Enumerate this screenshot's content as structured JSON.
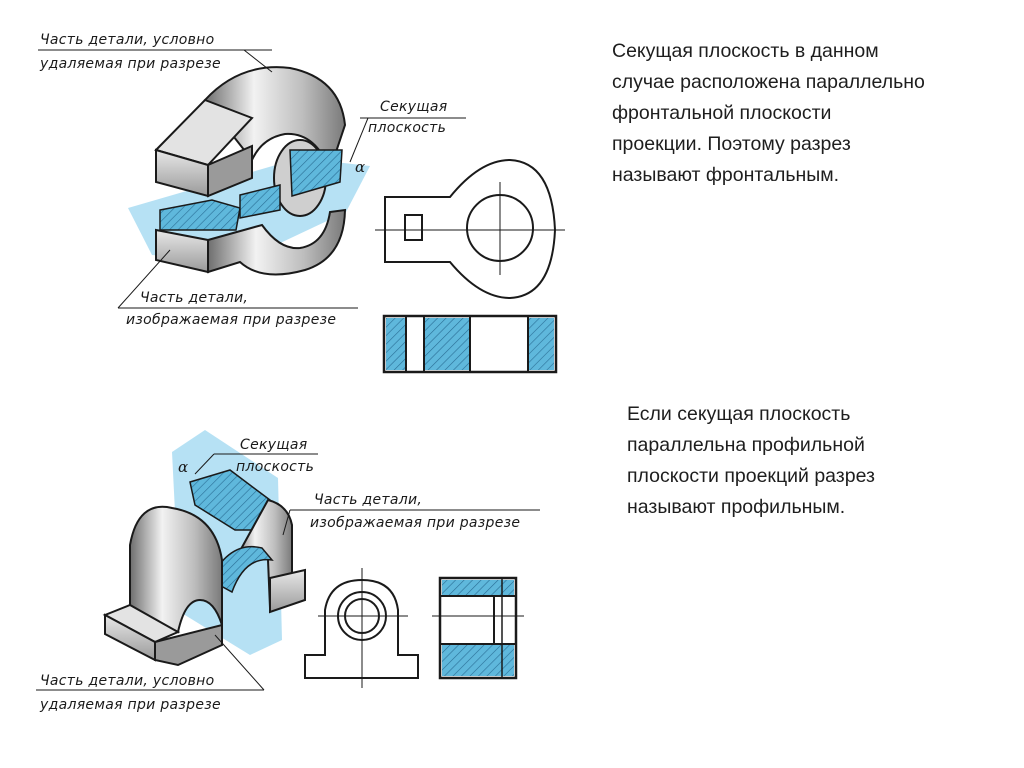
{
  "paragraphs": {
    "frontal": {
      "lines": [
        "Секущая плоскость в данном",
        "случае расположена параллельно",
        "фронтальной плоскости",
        "проекции. Поэтому разрез",
        "называют фронтальным."
      ]
    },
    "profile": {
      "lines": [
        "Если секущая плоскость",
        "параллельна профильной",
        "плоскости проекций разрез",
        "называют профильным."
      ]
    }
  },
  "figure_top": {
    "label_removed": [
      "Часть детали, условно",
      "удаляемая при разрезе"
    ],
    "label_plane": [
      "Секущая",
      "плоскость"
    ],
    "label_shown": [
      "Часть детали,",
      "изображаемая при разрезе"
    ],
    "alpha": "α"
  },
  "figure_bottom": {
    "label_plane": [
      "Секущая",
      "плоскость"
    ],
    "label_shown": [
      "Часть детали,",
      "изображаемая при разрезе"
    ],
    "label_removed": [
      "Часть детали, условно",
      "удаляемая при разрезе"
    ],
    "alpha": "α"
  },
  "colors": {
    "plane_fill": "#a9dcf2",
    "hatch_fill": "#5fb8dc",
    "line": "#1a1a1a",
    "text": "#1e1e1e"
  }
}
